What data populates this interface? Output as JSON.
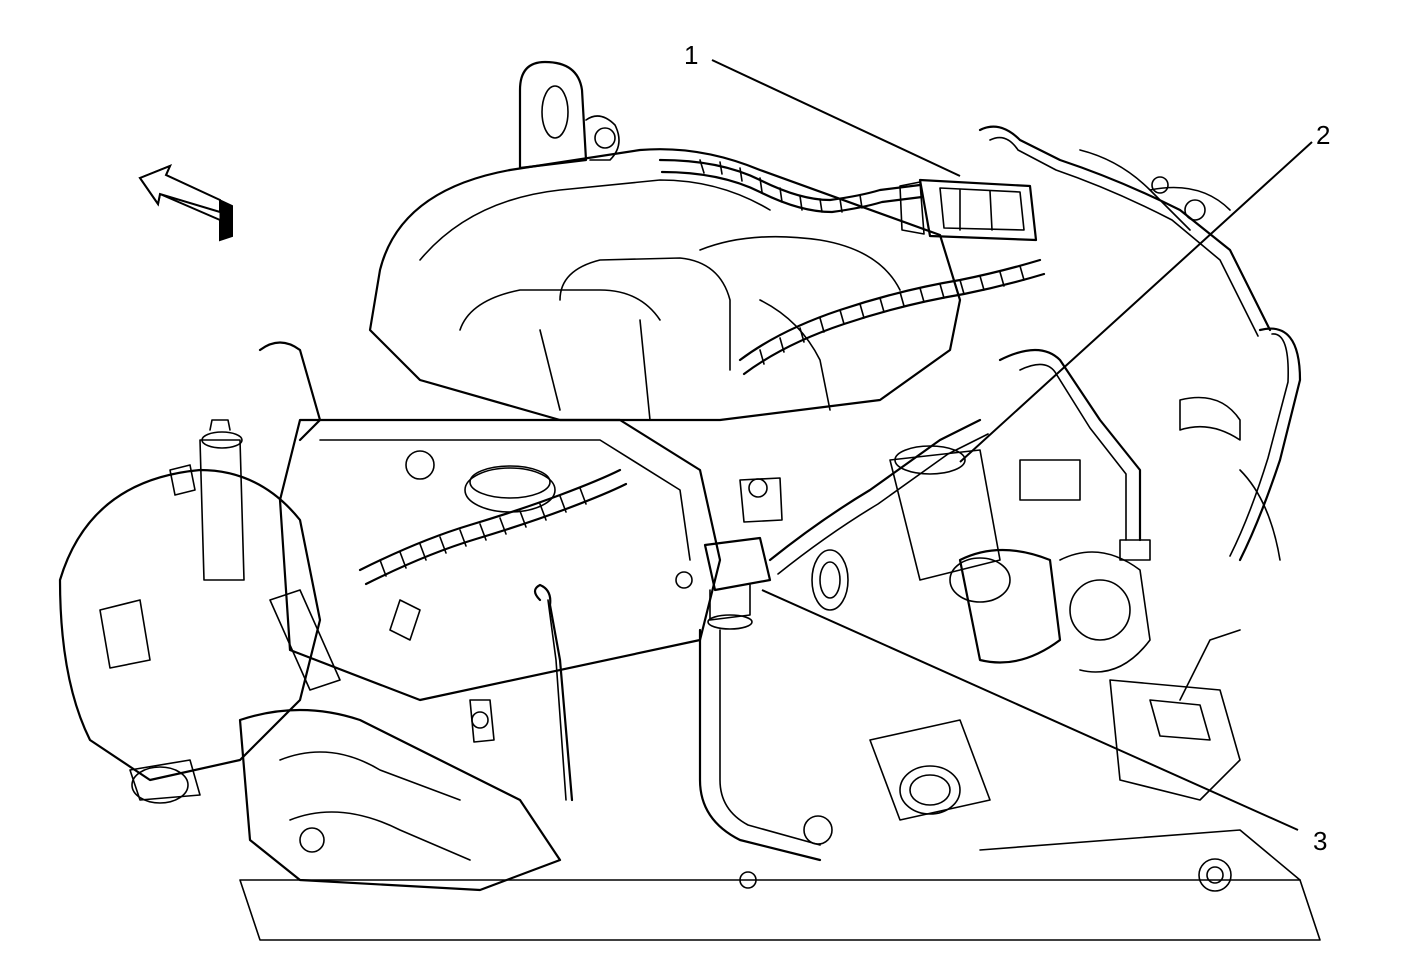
{
  "diagram": {
    "callouts": [
      {
        "id": "1",
        "label": "1"
      },
      {
        "id": "2",
        "label": "2"
      },
      {
        "id": "3",
        "label": "3"
      }
    ],
    "icons": {
      "direction": "front-direction-arrow-icon"
    },
    "colors": {
      "ink": "#000000",
      "background": "#ffffff"
    }
  }
}
